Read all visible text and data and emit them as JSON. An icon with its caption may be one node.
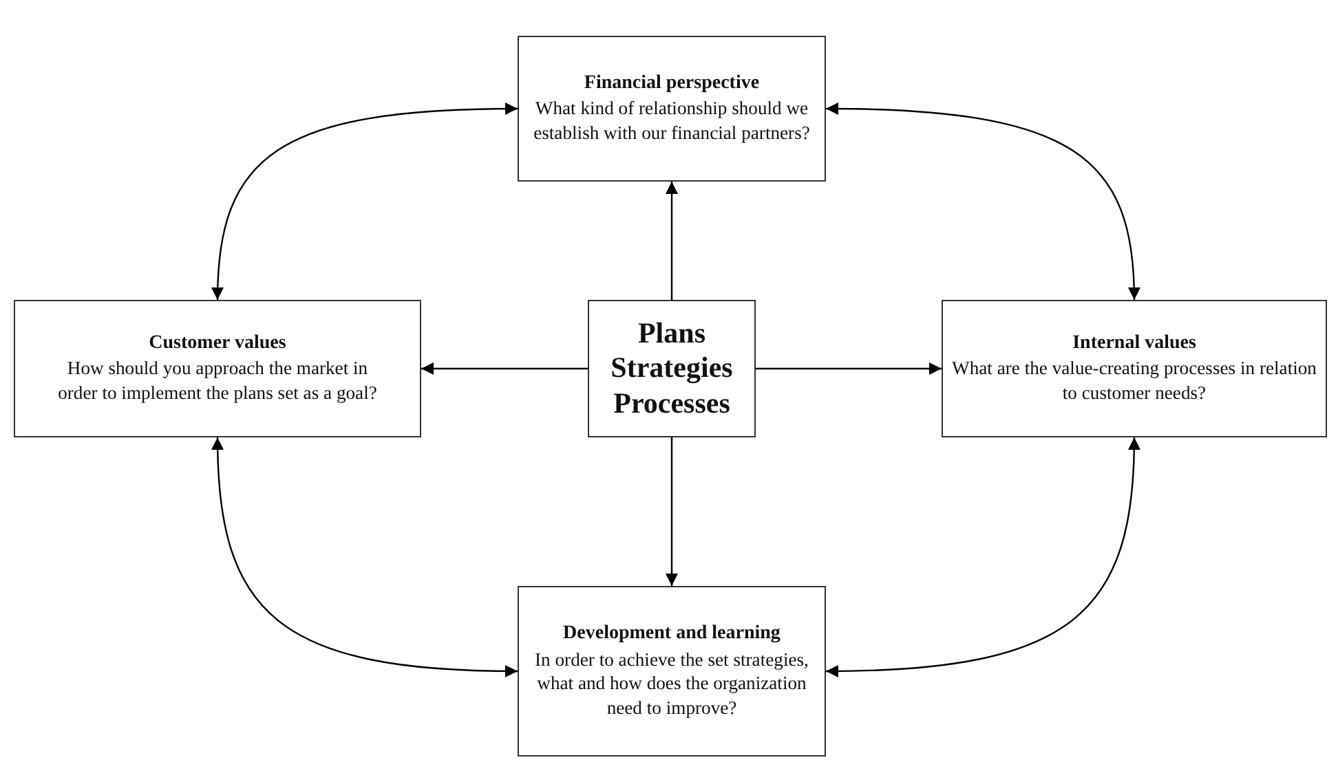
{
  "diagram": {
    "nodes": [
      {
        "text": [
          "Financial perspective",
          "What kind of relationship should we establish with our financial partners?"
        ]
      },
      {
        "text": [
          "Customer values",
          "How should you approach the market in order to implement the plans set as a goal?"
        ]
      },
      {
        "text": [
          "Plans Strategies Processes"
        ]
      },
      {
        "text": [
          "Internal values",
          "What are the value-creating processes in relation to customer needs?"
        ]
      },
      {
        "text": [
          "Development and learning",
          "In order to achieve the set strategies, what and how does the organization need to improve?"
        ]
      }
    ],
    "edges": [
      {
        "from": 2,
        "to": 0,
        "arrow": "to"
      },
      {
        "from": 2,
        "to": 1,
        "arrow": "to"
      },
      {
        "from": 2,
        "to": 3,
        "arrow": "to"
      },
      {
        "from": 2,
        "to": 4,
        "arrow": "to"
      },
      {
        "from": 0,
        "to": 1,
        "arrow": "both"
      },
      {
        "from": 0,
        "to": 3,
        "arrow": "both"
      },
      {
        "from": 1,
        "to": 4,
        "arrow": "both"
      },
      {
        "from": 3,
        "to": 4,
        "arrow": "both"
      }
    ]
  }
}
